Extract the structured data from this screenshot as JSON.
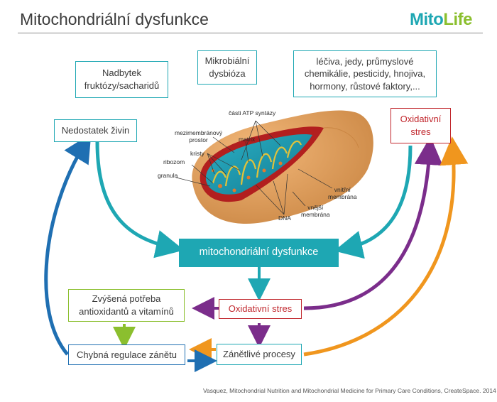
{
  "title": "Mitochondriální dysfunkce",
  "logo": {
    "part1": "Mito",
    "part2": "Life"
  },
  "causes": {
    "sugar_line1": "Nadbytek",
    "sugar_line2": "fruktózy/sacharidů",
    "dysbiosis_line1": "Mikrobiální",
    "dysbiosis_line2": "dysbióza",
    "toxins_line1": "léčiva, jedy, průmyslové",
    "toxins_line2": "chemikálie, pesticidy, hnojiva,",
    "toxins_line3": "hormony, růstové faktory,...",
    "nutrient": "Nedostatek živin",
    "oxstress_top_line1": "Oxidativní",
    "oxstress_top_line2": "stres"
  },
  "mitochondrion_labels": {
    "atp": "části ATP syntázy",
    "intermembrane_line1": "mezimembránový",
    "intermembrane_line2": "prostor",
    "matrix": "matrix",
    "cristae": "kristy",
    "ribosome": "ribozom",
    "granule": "granula",
    "inner_line1": "vnitřní",
    "inner_line2": "membrána",
    "outer_line1": "vnější",
    "outer_line2": "membrána",
    "dna": "DNA"
  },
  "central": "mitochondriální dysfunkce",
  "effects": {
    "antioxidant_line1": "Zvýšená potřeba",
    "antioxidant_line2": "antioxidantů a vitamínů",
    "oxstress": "Oxidativní stres",
    "inflammation_reg": "Chybná regulace zánětu",
    "inflammation": "Zánětlivé procesy"
  },
  "credit": "Vasquez, Mitochondrial Nutrition and Mitochondrial Medicine for Primary Care Conditions, CreateSpace. 2014",
  "colors": {
    "teal": "#1ea7b3",
    "red": "#c1272d",
    "green": "#8bbf2e",
    "blue": "#1f6fb2",
    "purple": "#7b2d8b",
    "orange": "#f0961e"
  }
}
